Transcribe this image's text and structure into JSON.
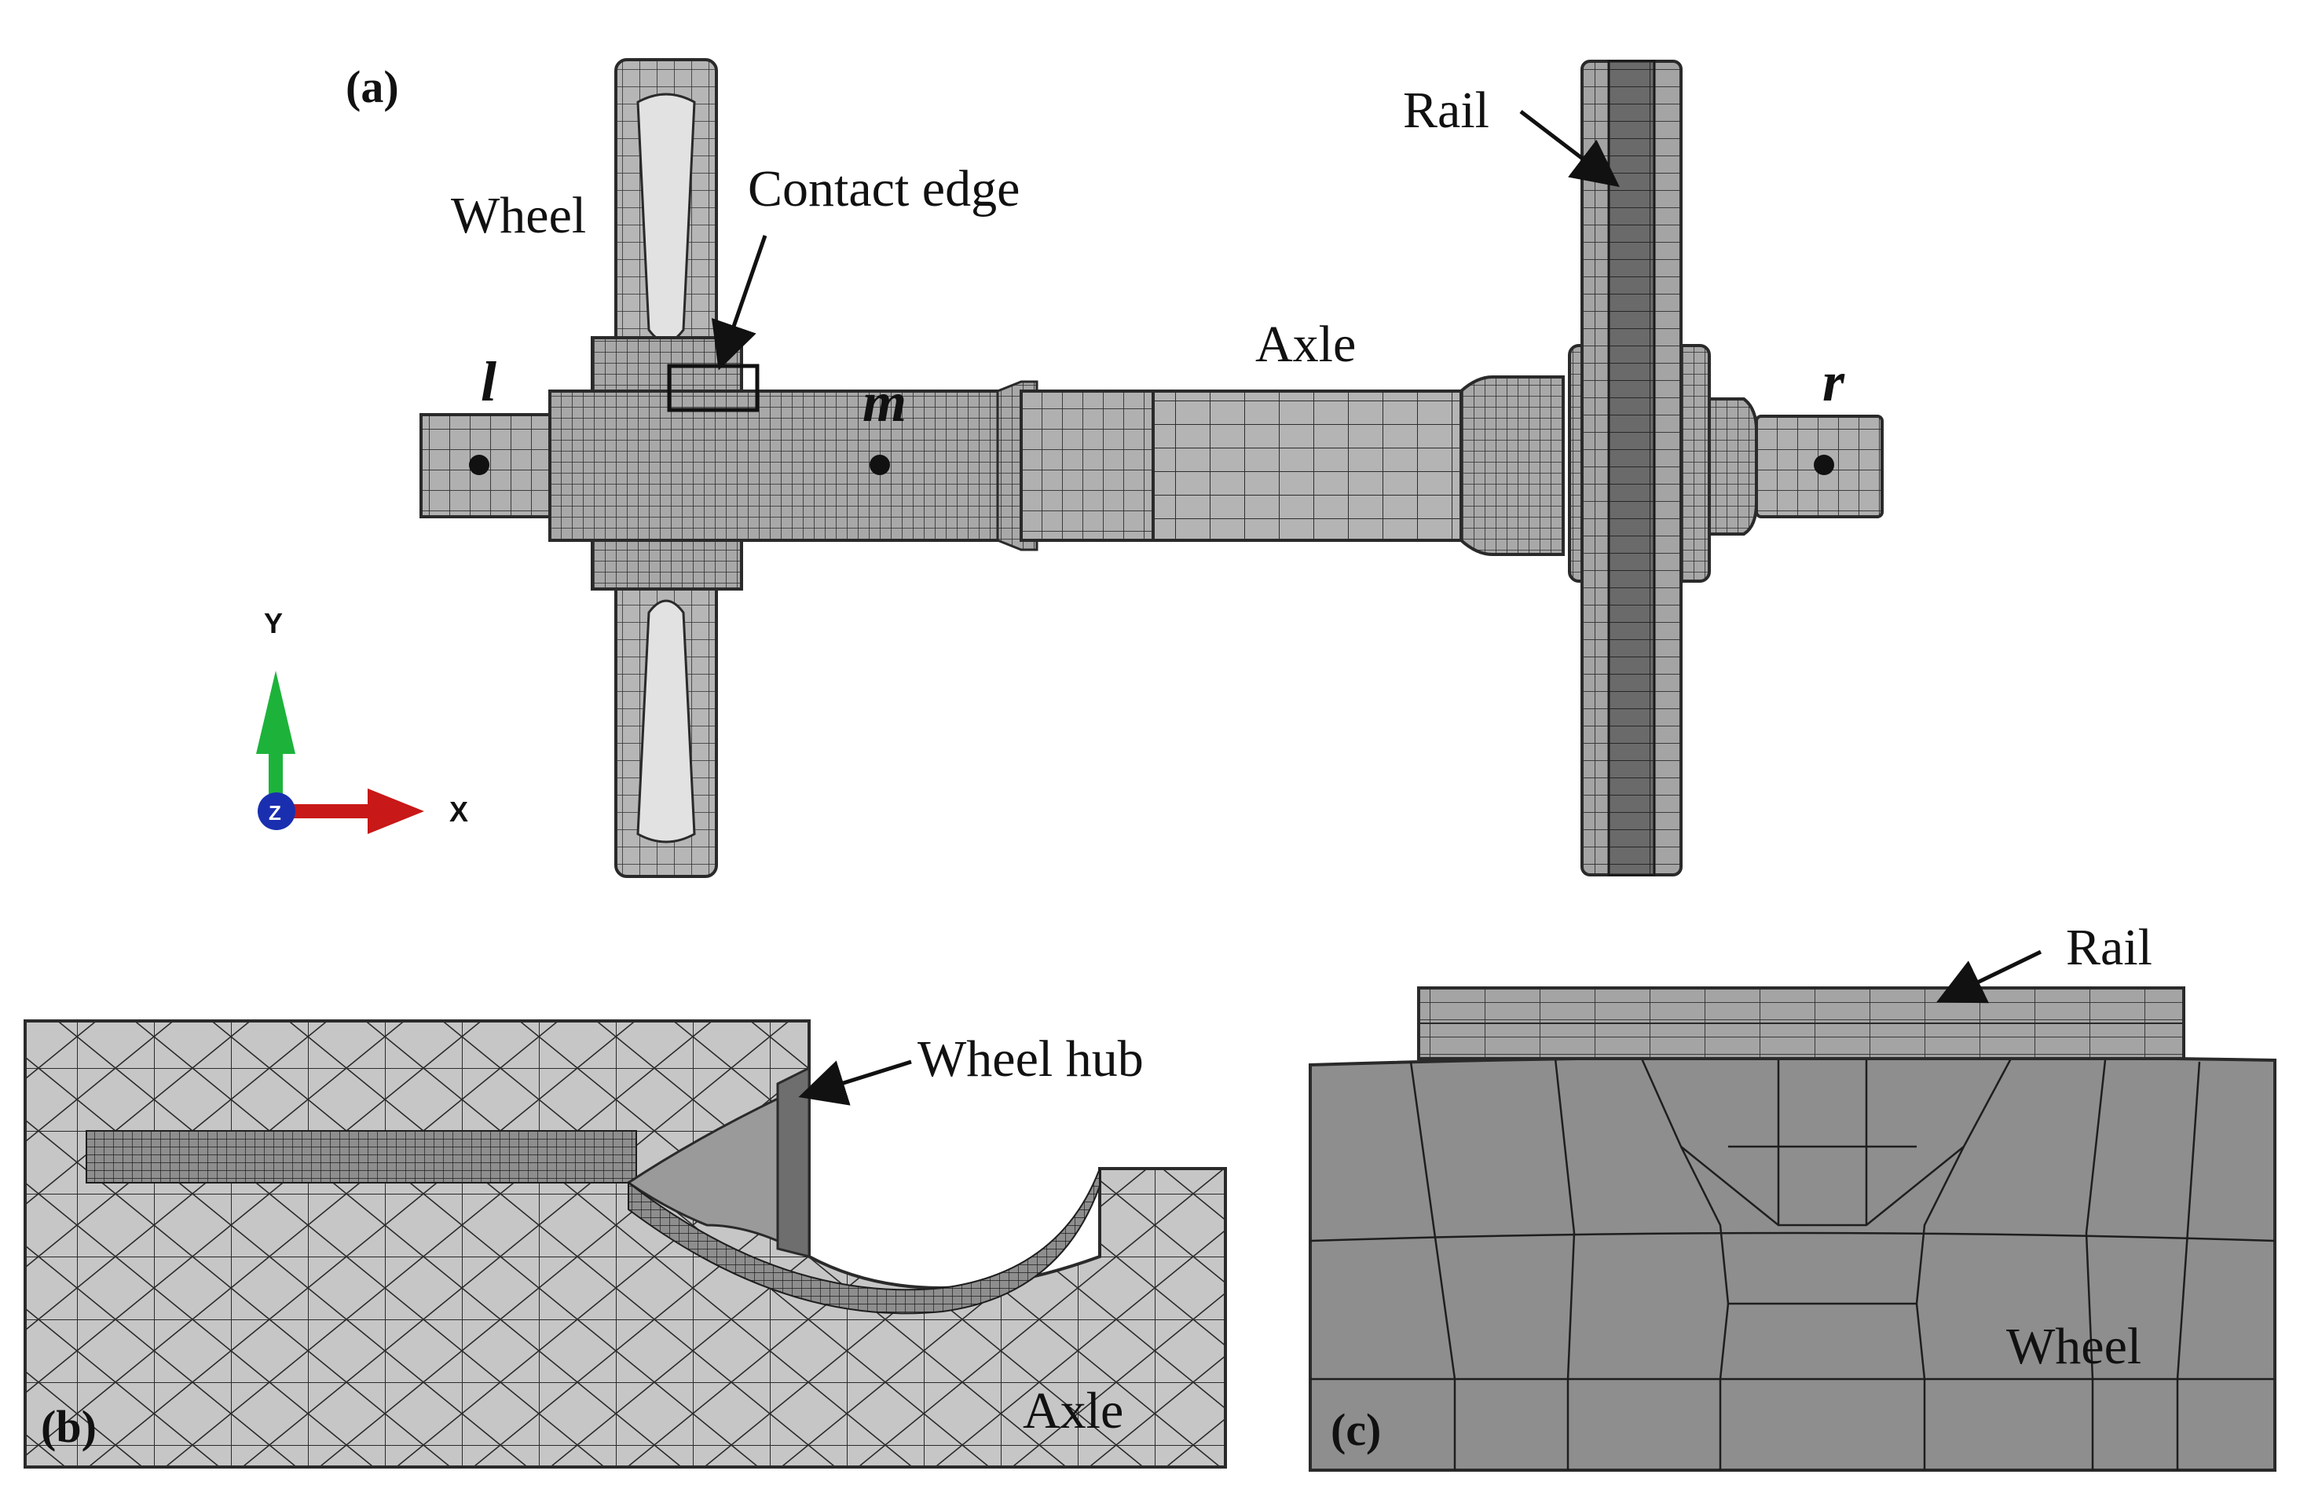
{
  "panels": {
    "a": {
      "tag": "(a)",
      "labels": {
        "wheel": "Wheel",
        "contact_edge": "Contact edge",
        "rail": "Rail",
        "axle": "Axle",
        "point_l": "l",
        "point_m": "m",
        "point_r": "r"
      },
      "triad": {
        "y": "Y",
        "x": "X",
        "z": "Z"
      }
    },
    "b": {
      "tag": "(b)",
      "labels": {
        "wheel_hub": "Wheel hub",
        "axle": "Axle"
      }
    },
    "c": {
      "tag": "(c)",
      "labels": {
        "rail": "Rail",
        "wheel": "Wheel"
      }
    }
  },
  "colors": {
    "mesh_fill": "#a8a8a8",
    "mesh_fill_light": "#c4c4c4",
    "mesh_fill_dark": "#6e6e6e",
    "mesh_line": "#2a2a2a",
    "triad_y": "#1db33a",
    "triad_x": "#c81818",
    "triad_z": "#1a2fb0"
  }
}
